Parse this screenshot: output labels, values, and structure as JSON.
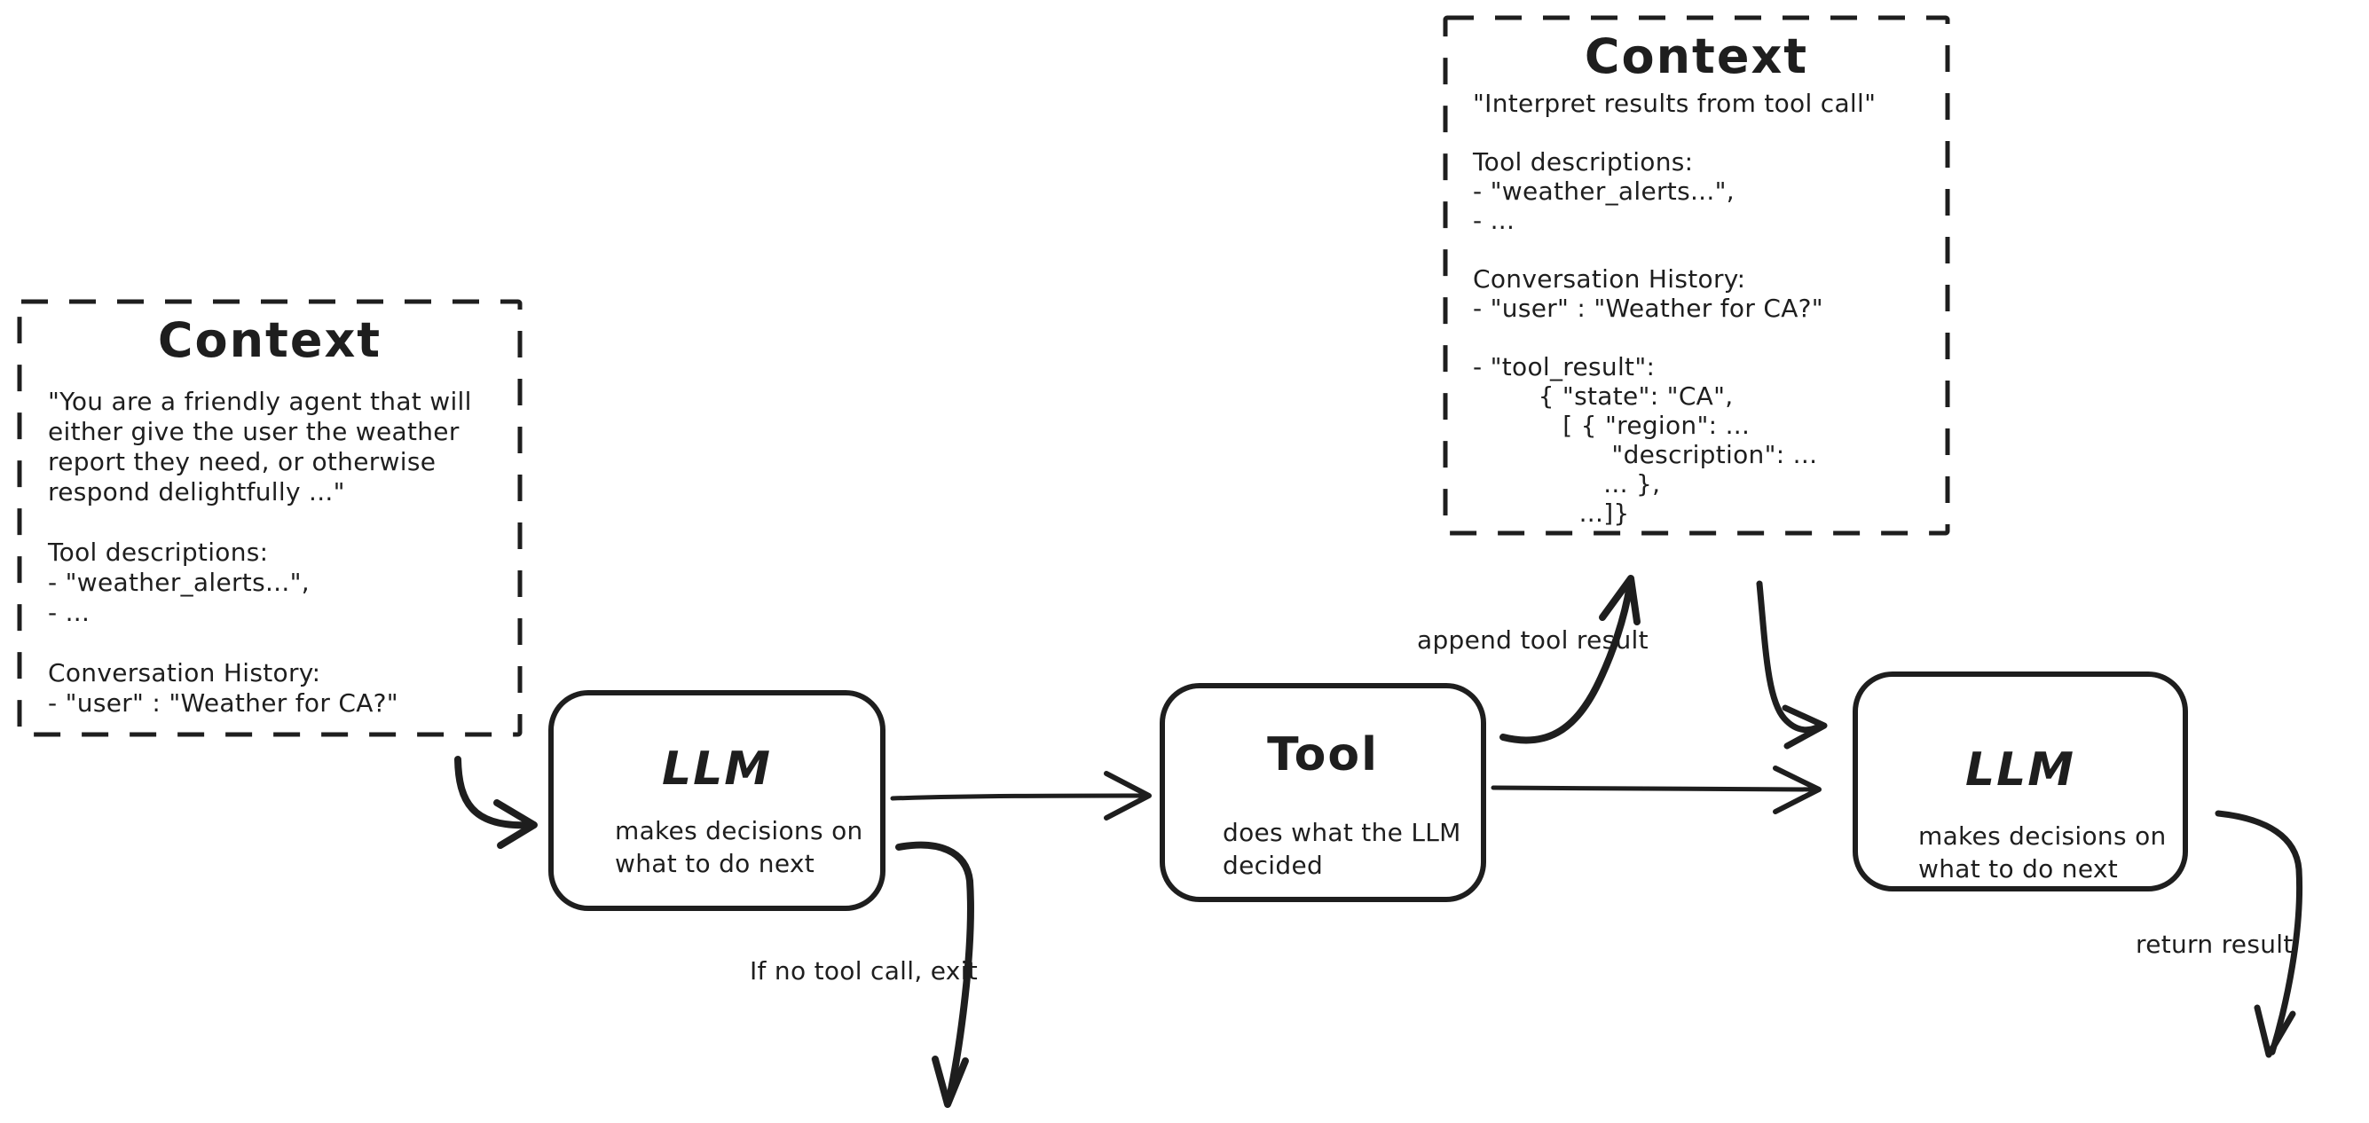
{
  "colors": {
    "background": "#ffffff",
    "ink": "#1e1e1e"
  },
  "context_left": {
    "title": "Context",
    "lines": [
      "\"You are a friendly agent that will",
      "either give the user the weather",
      "report they need, or otherwise",
      "respond delightfully ...\"",
      "",
      "Tool descriptions:",
      "- \"weather_alerts...\",",
      "- ...",
      "",
      "Conversation History:",
      "- \"user\" : \"Weather for CA?\""
    ]
  },
  "context_top_right": {
    "title": "Context",
    "lines": [
      "\"Interpret results from tool call\"",
      "",
      "Tool descriptions:",
      "- \"weather_alerts...\",",
      "- ...",
      "",
      "Conversation History:",
      "- \"user\" : \"Weather for CA?\"",
      "",
      "- \"tool_result\":",
      "        { \"state\": \"CA\",",
      "           [ { \"region\": ...",
      "                 \"description\": ...",
      "                ... },",
      "             ...]}"
    ]
  },
  "nodes": {
    "llm_1": {
      "title": "LLM",
      "subtitle": "makes decisions on\nwhat to do next"
    },
    "tool": {
      "title": "Tool",
      "subtitle": "does what the LLM\ndecided"
    },
    "llm_2": {
      "title": "LLM",
      "subtitle": "makes decisions on\nwhat to do next"
    }
  },
  "edge_labels": {
    "append_tool_result": "append tool result",
    "if_no_tool_call_exit": "If no tool call, exit",
    "return_result": "return result"
  }
}
